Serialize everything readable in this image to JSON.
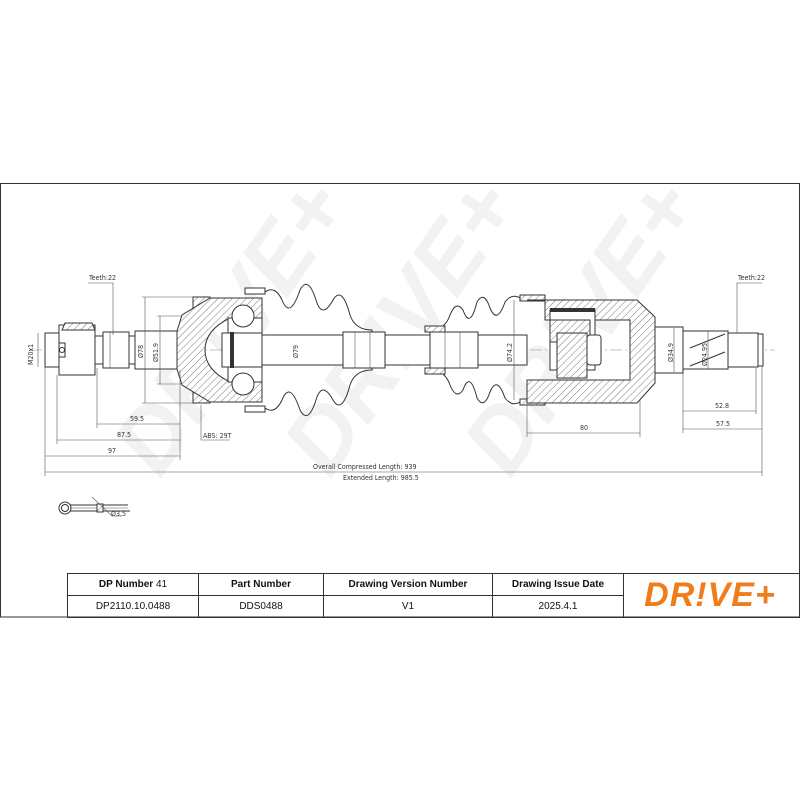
{
  "drawing": {
    "left_teeth": "Teeth:22",
    "right_teeth": "Teeth:22",
    "thread": "M20x1",
    "dia_78": "Ø78",
    "dia_51_9": "Ø51.9",
    "dia_79": "Ø79",
    "dia_74_2": "Ø74.2",
    "dia_34_9": "Ø34.9",
    "dia_24_95": "Ø24.95",
    "dim_59_5": "59.5",
    "dim_87_5": "87.5",
    "dim_97": "97",
    "abs": "ABS: 29T",
    "dim_80": "80",
    "dim_52_8": "52.8",
    "dim_57_5": "57.5",
    "overall": "Overall  Compressed  Length: 939",
    "extended": "Extended  Length: 985.5",
    "cotter_pin_dia": "Ø3.5",
    "watermark": "DR!VE+"
  },
  "table": {
    "headers": {
      "dp_number_label": "DP Number",
      "dp_number_value": "41",
      "part_number": "Part Number",
      "version": "Drawing Version Number",
      "issue_date": "Drawing Issue Date"
    },
    "values": {
      "dp_number": "DP2110.10.0488",
      "part_number": "DDS0488",
      "version": "V1",
      "issue_date": "2025.4.1"
    }
  },
  "logo": "DR!VE+",
  "colors": {
    "brand": "#f07d1a",
    "line": "#333333"
  }
}
